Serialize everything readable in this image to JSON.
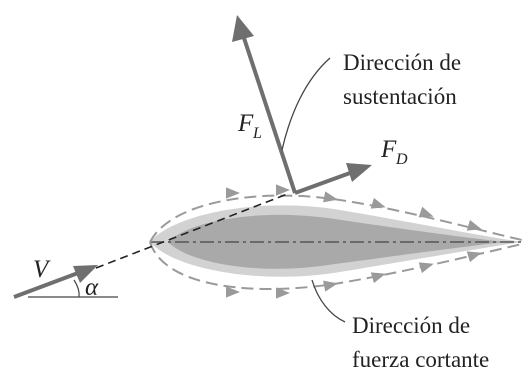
{
  "labels": {
    "lift_direction_line1": "Dirección de",
    "lift_direction_line2": "sustentación",
    "shear_direction_line1": "Dirección de",
    "shear_direction_line2": "fuerza cortante"
  },
  "symbols": {
    "lift_force": "F",
    "lift_sub": "L",
    "drag_force": "F",
    "drag_sub": "D",
    "velocity": "V",
    "angle": "α"
  },
  "colors": {
    "arrow": "#6f6f6f",
    "airfoil_outer": "#d2d2d2",
    "airfoil_inner": "#a9a9a9",
    "flow_dashes": "#9a9a9a",
    "text": "#222222"
  }
}
